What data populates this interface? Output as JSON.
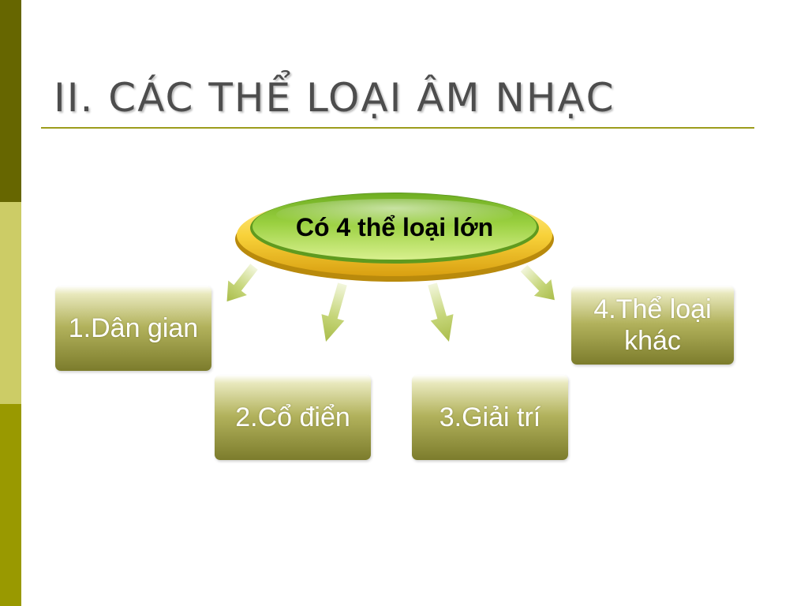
{
  "slide": {
    "title": "II. CÁC THỂ LOẠI ÂM NHẠC"
  },
  "diagram": {
    "center_label": "Có 4 thể loại lớn",
    "categories": [
      {
        "label": "1.Dân gian"
      },
      {
        "label": "2.Cổ điển"
      },
      {
        "label": "3.Giải  trí"
      },
      {
        "label": "4.Thể loại\nkhác"
      }
    ]
  },
  "colors": {
    "sidebar_dark": "#666600",
    "sidebar_light": "#cccc66",
    "sidebar_mid": "#999900",
    "title_text": "#4d4d4d",
    "title_rule": "#9c9c1c",
    "ellipse_green": "#8cc63e",
    "ellipse_gold": "#f5c518",
    "box_olive": "#8a8a36",
    "box_text": "#ffffff",
    "arrow": "#c6d67a"
  }
}
